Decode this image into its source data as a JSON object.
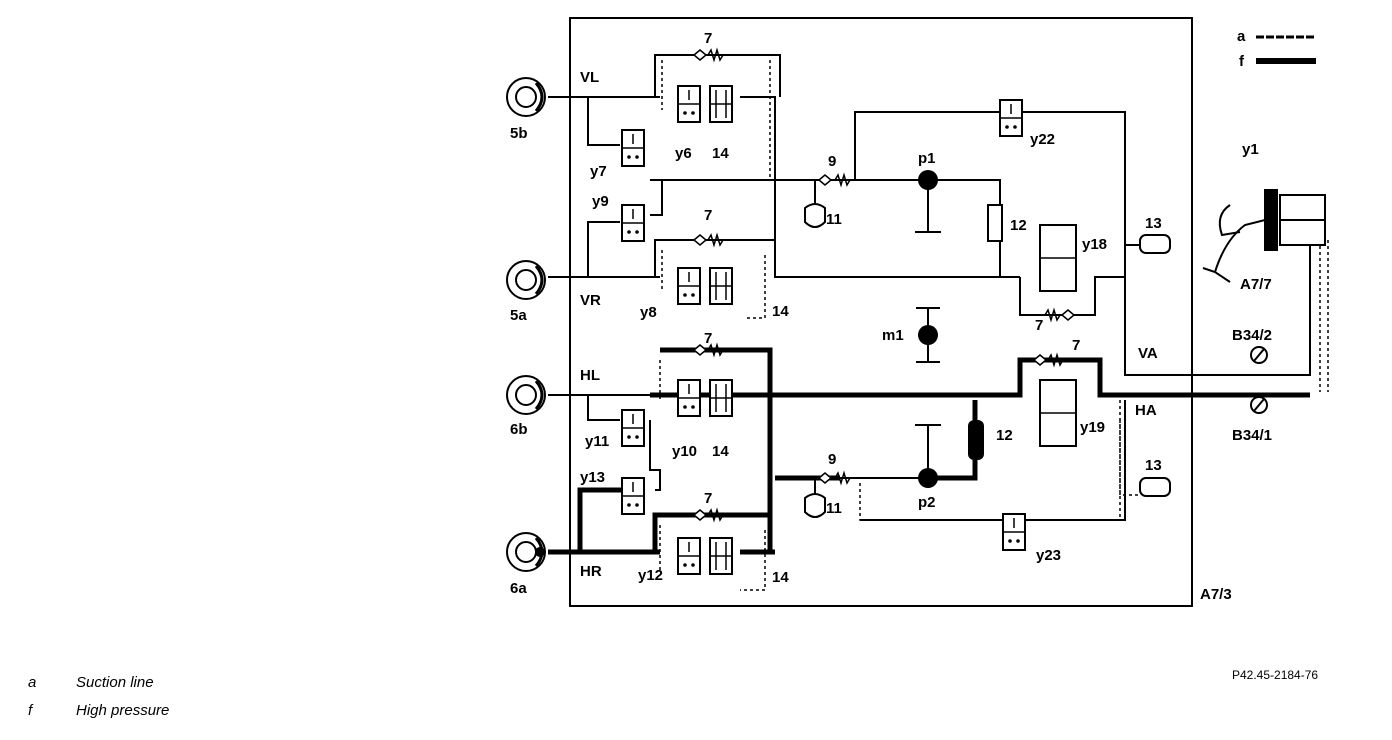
{
  "diagram": {
    "frame_label": "A7/3",
    "wheels": [
      "5b",
      "5a",
      "6b",
      "6a"
    ],
    "line_labels": [
      "VL",
      "VR",
      "HL",
      "HR",
      "VA",
      "HA"
    ],
    "valves": [
      "y6",
      "y7",
      "y8",
      "y9",
      "y10",
      "y11",
      "y12",
      "y13",
      "y18",
      "y19",
      "y22",
      "y23"
    ],
    "parts": {
      "check_valve": "7",
      "part_9": "9",
      "part_11": "11",
      "part_12": "12",
      "part_13": "13",
      "part_14": "14",
      "pump_1": "p1",
      "pump_2": "p2",
      "motor": "m1"
    },
    "booster": "y1",
    "booster_unit": "A7/7",
    "sensors": [
      "B34/2",
      "B34/1"
    ],
    "legend_key_a": "a",
    "legend_key_f": "f"
  },
  "legend": [
    {
      "key": "a",
      "text": "Suction line"
    },
    {
      "key": "f",
      "text": "High pressure"
    }
  ],
  "doc_ref": "P42.45-2184-76"
}
